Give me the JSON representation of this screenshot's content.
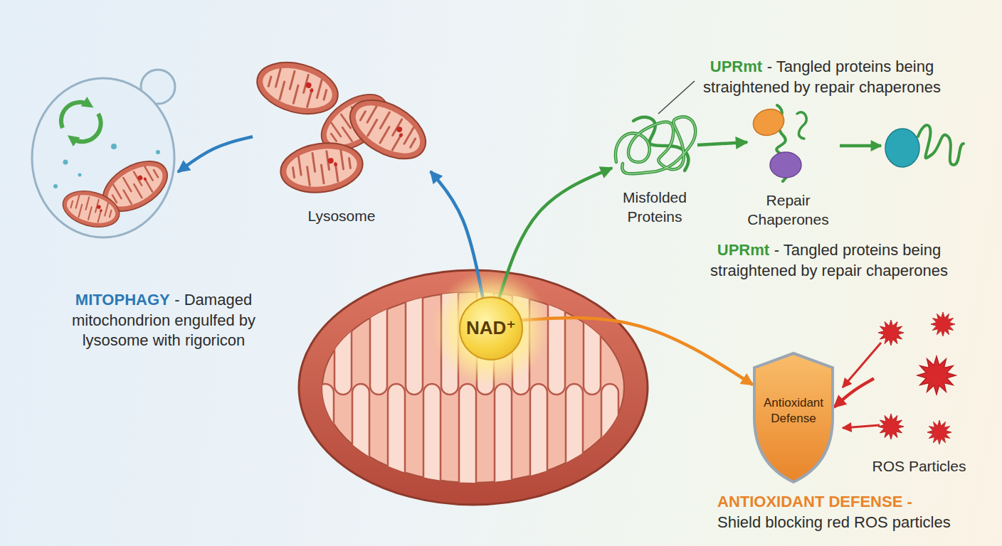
{
  "diagram": {
    "nodes": [
      {
        "text": [
          "NAD⁺"
        ]
      },
      {
        "text": [
          "Lysosome"
        ]
      },
      {
        "text": [
          "MITOPHAGY",
          "- Damaged mitochondrion engulfed by lysosome with rigoricon"
        ]
      },
      {
        "text": [
          "Misfolded Proteins"
        ]
      },
      {
        "text": [
          "Repair Chaperones"
        ]
      },
      {
        "text": [
          "Antioxidant Defense"
        ]
      },
      {
        "text": [
          "ROS Particles"
        ]
      }
    ],
    "edges": [
      {
        "from": 0,
        "to": 1,
        "arrow": "to"
      },
      {
        "from": 1,
        "to": 2,
        "arrow": "to"
      },
      {
        "from": 0,
        "to": 3,
        "arrow": "to"
      },
      {
        "from": 3,
        "to": 4,
        "arrow": "to"
      },
      {
        "from": 0,
        "to": 5,
        "arrow": "to"
      },
      {
        "from": 6,
        "to": 5,
        "arrow": "to"
      }
    ],
    "labels": [
      "UPRmt",
      "- Tangled proteins being straightened by repair chaperones",
      "UPRmt",
      "- Tangled proteins being straightened by repair chaperones",
      "ANTIOXIDANT DEFENSE -",
      "Shield blocking red ROS particles"
    ]
  }
}
